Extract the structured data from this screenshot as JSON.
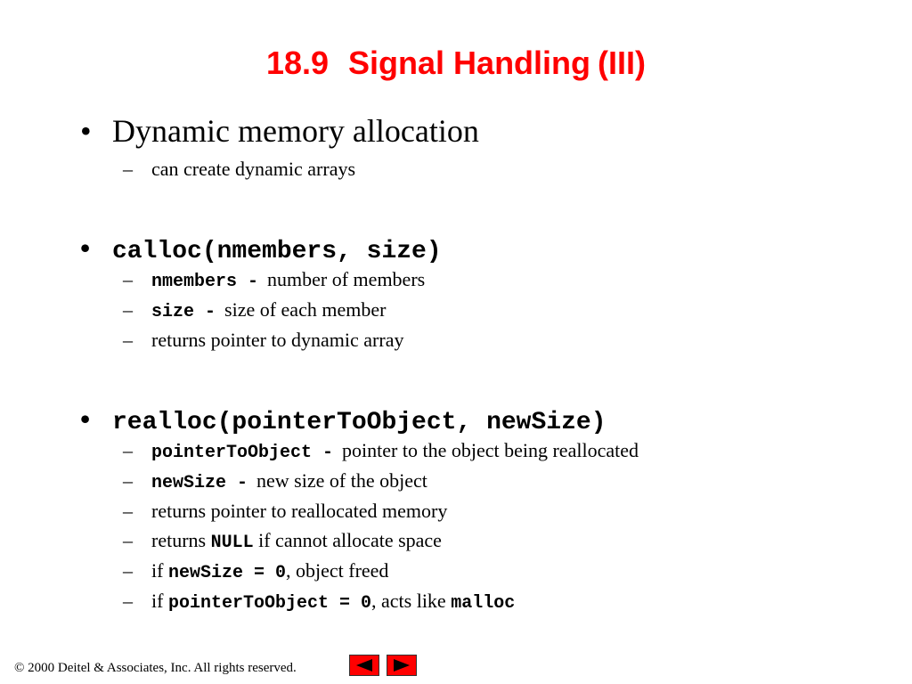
{
  "title": {
    "number": "18.9",
    "text": "Signal Handling",
    "suffix": "(III)"
  },
  "bullets": [
    {
      "label": "Dynamic memory allocation",
      "items": [
        {
          "text": "can create dynamic arrays"
        }
      ]
    },
    {
      "label": "calloc(nmembers, size)",
      "items": [
        {
          "code": "nmembers -",
          "text": "number of members"
        },
        {
          "code": "size -",
          "text": "size of each member"
        },
        {
          "text": "returns pointer to dynamic array"
        }
      ]
    },
    {
      "label": "realloc(pointerToObject, newSize)",
      "items": [
        {
          "code": "pointerToObject -",
          "text": "pointer to the object being reallocated"
        },
        {
          "code": "newSize -",
          "text": "new size of the object"
        },
        {
          "text": "returns pointer to reallocated memory"
        },
        {
          "pre": "returns",
          "code": "NULL",
          "text": "if cannot allocate space"
        },
        {
          "pre": "if",
          "code": "newSize = 0",
          "text": ", object freed"
        },
        {
          "pre": "if",
          "code": "pointerToObject = 0",
          "text": ", acts like",
          "code2": "malloc"
        }
      ]
    }
  ],
  "bullet_glyph": "•",
  "dash_glyph": "–",
  "footer": {
    "text": "© 2000 Deitel & Associates, Inc.  All rights reserved."
  },
  "nav": {
    "prev_icon": "triangle-left-icon",
    "next_icon": "triangle-right-icon",
    "color": "#ff0000"
  }
}
